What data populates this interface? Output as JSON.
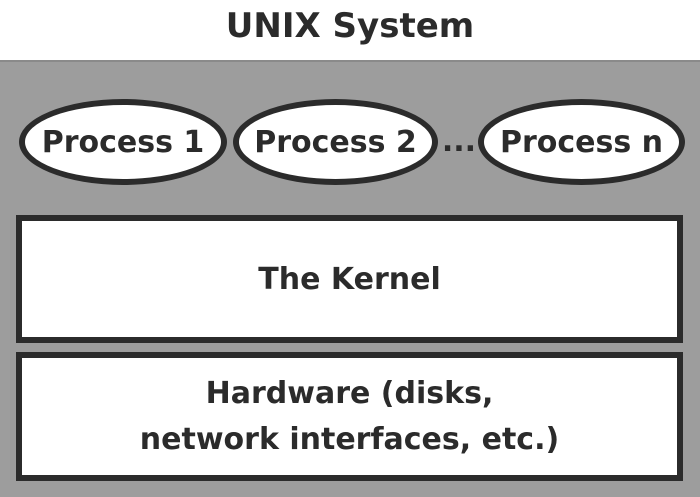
{
  "diagram": {
    "title": "UNIX System",
    "processes": [
      {
        "label": "Process 1"
      },
      {
        "label": "Process 2"
      },
      {
        "label": "Process n"
      }
    ],
    "ellipsis": "...",
    "kernel_label": "The Kernel",
    "hardware_lines": [
      "Hardware (disks,",
      "network interfaces, etc.)"
    ]
  },
  "colors": {
    "system_background": "#9d9d9d",
    "outline": "#2b2b2b",
    "box_fill": "#ffffff"
  }
}
